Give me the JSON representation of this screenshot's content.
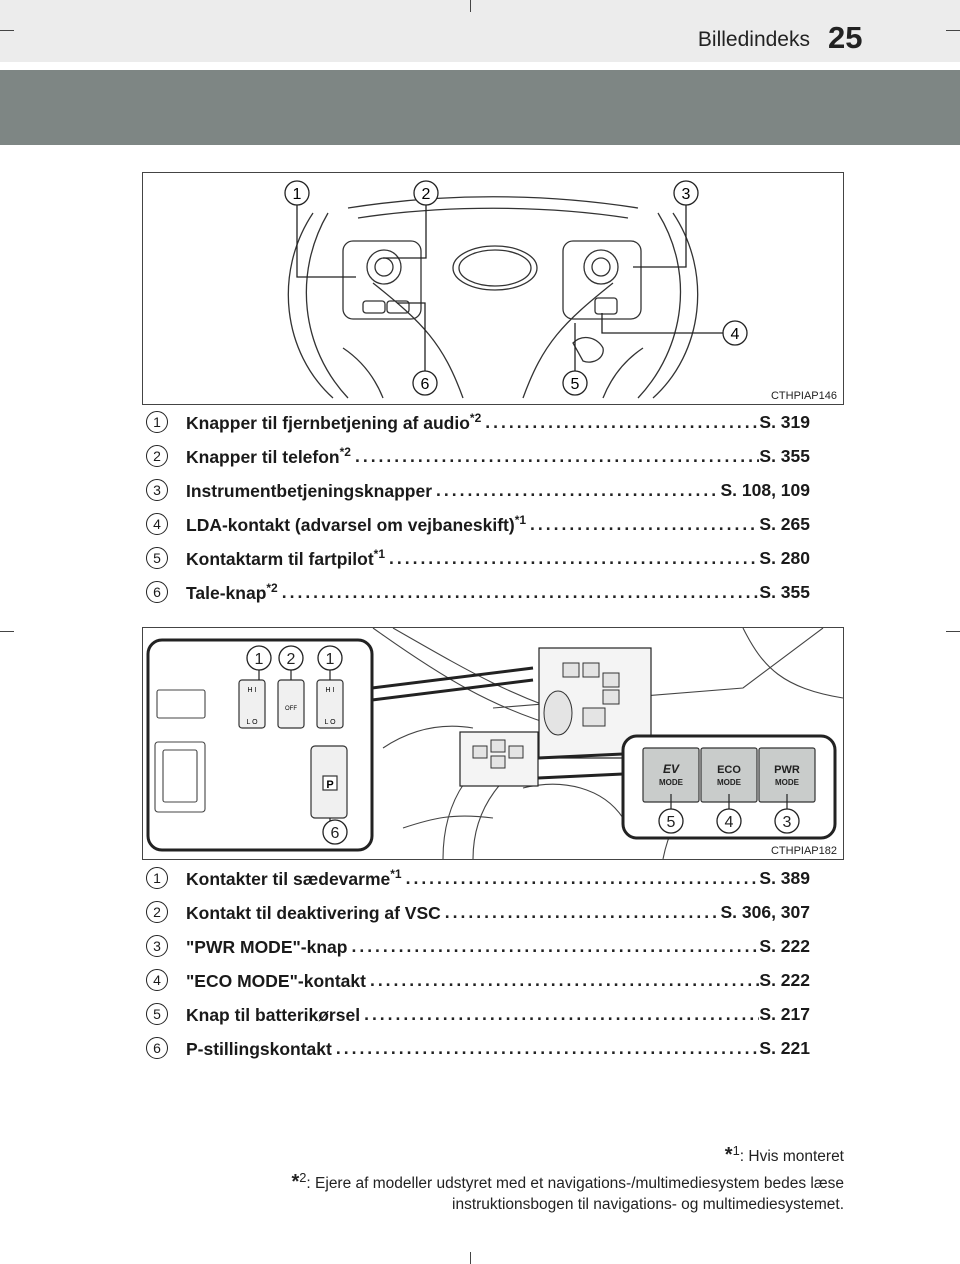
{
  "header": {
    "section_title": "Billedindeks",
    "page_number": "25"
  },
  "figure1": {
    "code": "CTHPIAP146",
    "callouts": [
      "1",
      "2",
      "3",
      "4",
      "5",
      "6"
    ]
  },
  "list1": [
    {
      "num": "1",
      "label": "Knapper til fjernbetjening af audio",
      "sup": "*2",
      "ref": "S. 319"
    },
    {
      "num": "2",
      "label": "Knapper til telefon",
      "sup": "*2",
      "ref": "S. 355"
    },
    {
      "num": "3",
      "label": "Instrumentbetjeningsknapper",
      "sup": "",
      "ref": "S. 108, 109"
    },
    {
      "num": "4",
      "label": "LDA-kontakt (advarsel om vejbaneskift)",
      "sup": "*1",
      "ref": "S. 265"
    },
    {
      "num": "5",
      "label": "Kontaktarm til fartpilot",
      "sup": "*1",
      "ref": "S. 280"
    },
    {
      "num": "6",
      "label": "Tale-knap",
      "sup": "*2",
      "ref": "S. 355"
    }
  ],
  "figure2": {
    "code": "CTHPIAP182",
    "callouts": [
      "1",
      "2",
      "1",
      "5",
      "4",
      "3",
      "6"
    ],
    "button_labels": {
      "hi": "H I",
      "lo": "L O",
      "off": "OFF",
      "p": "P",
      "ev_top": "EV",
      "ev_mode": "MODE",
      "eco_top": "ECO",
      "eco_mode": "MODE",
      "pwr_top": "PWR",
      "pwr_mode": "MODE"
    }
  },
  "list2": [
    {
      "num": "1",
      "label": "Kontakter til sædevarme",
      "sup": "*1",
      "ref": "S. 389"
    },
    {
      "num": "2",
      "label": "Kontakt til deaktivering af VSC",
      "sup": "",
      "ref": "S. 306, 307"
    },
    {
      "num": "3",
      "label": "\"PWR MODE\"-knap",
      "sup": "",
      "ref": "S. 222"
    },
    {
      "num": "4",
      "label": "\"ECO MODE\"-kontakt",
      "sup": "",
      "ref": "S. 222"
    },
    {
      "num": "5",
      "label": "Knap til batterikørsel",
      "sup": "",
      "ref": "S. 217"
    },
    {
      "num": "6",
      "label": "P-stillingskontakt",
      "sup": "",
      "ref": "S. 221"
    }
  ],
  "footnotes": {
    "f1_mark": "*",
    "f1_num": "1",
    "f1_text": ": Hvis monteret",
    "f2_mark": "*",
    "f2_num": "2",
    "f2_line1": ": Ejere af modeller udstyret med et navigations-/multimediesystem bedes læse",
    "f2_line2": "instruktionsbogen til navigations- og multimediesystemet."
  },
  "colors": {
    "band": "#7e8684",
    "topbar": "#ececec",
    "callout_line": "#222222",
    "button_fill": "#c9cccb"
  }
}
